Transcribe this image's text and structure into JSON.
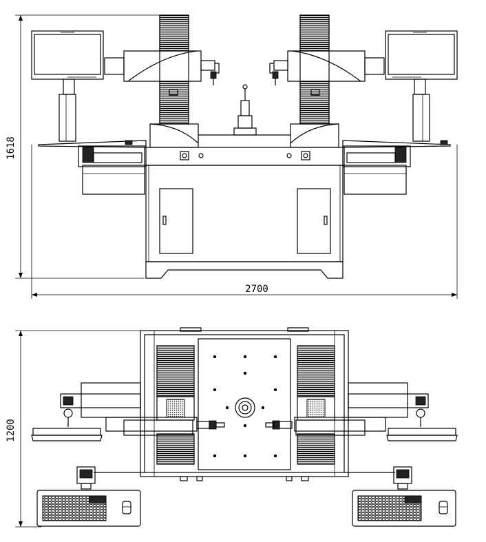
{
  "dimensions": {
    "front_height": "1618",
    "front_width": "2700",
    "top_depth": "1200"
  },
  "colors": {
    "line": "#000000",
    "background": "#ffffff"
  }
}
